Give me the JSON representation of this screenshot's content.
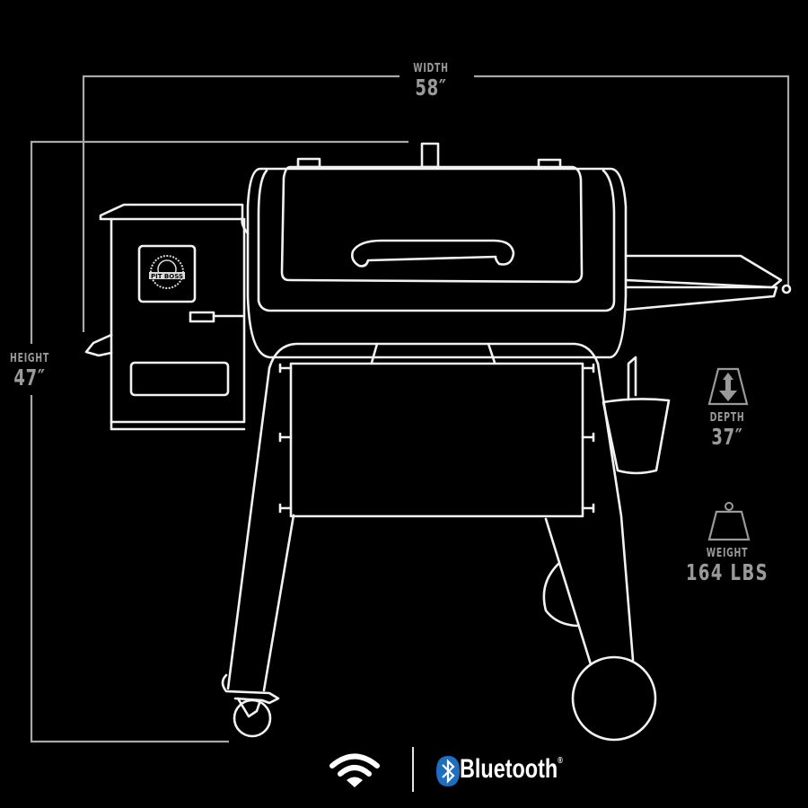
{
  "product": {
    "type": "pellet grill dimension diagram",
    "logo_text": "PIT BOSS"
  },
  "dimensions": {
    "width": {
      "label": "WIDTH",
      "value": "58″"
    },
    "height": {
      "label": "HEIGHT",
      "value": "47″"
    },
    "depth": {
      "label": "DEPTH",
      "value": "37″",
      "icon": "depth-arrow-icon"
    },
    "weight": {
      "label": "WEIGHT",
      "value": "164 LBS",
      "icon": "weight-icon"
    }
  },
  "connectivity": {
    "wifi_icon": "wifi-icon",
    "bluetooth_icon": "bluetooth-icon",
    "bluetooth_label": "Bluetooth",
    "bluetooth_mark": "®"
  },
  "colors": {
    "background": "#000000",
    "line_art": "#f2f2f2",
    "dimension_text": "#9a9a9a",
    "dimension_lines": "#a8a8a8",
    "bluetooth_blue": "#1f6fc0"
  }
}
